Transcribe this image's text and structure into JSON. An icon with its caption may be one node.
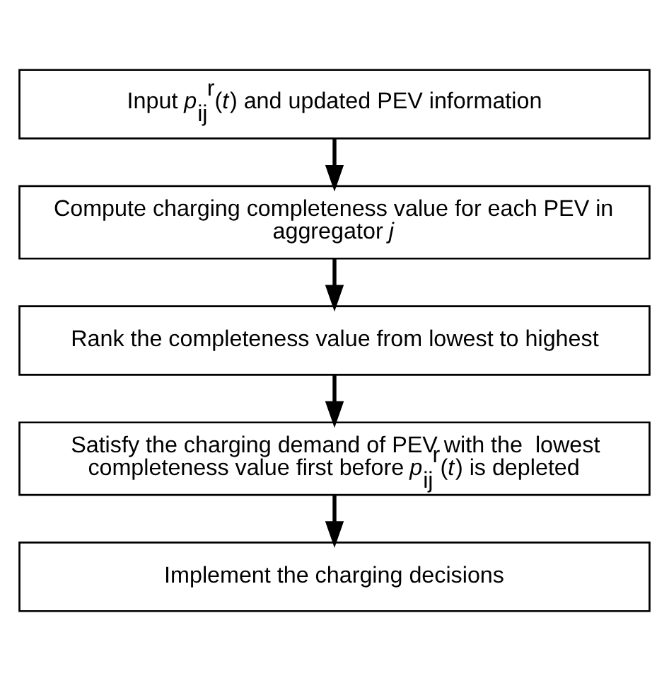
{
  "diagram": {
    "nodes": [
      {
        "text": [
          "Input *p*$_{ij}$$^{r}$(*t*) and updated PEV information"
        ]
      },
      {
        "text": [
          "Compute charging completeness value for each PEV in aggregator *j*"
        ]
      },
      {
        "text": [
          "Rank the completeness value from lowest to highest"
        ]
      },
      {
        "text": [
          "Satisfy the charging demand of PEV with the  lowest completeness value first before *p*$_{ij}$$^{r}$(*t*) is depleted"
        ]
      },
      {
        "text": [
          "Implement the charging decisions"
        ]
      }
    ],
    "edges": [
      {
        "from": 0,
        "to": 1,
        "arrow": "to"
      },
      {
        "from": 1,
        "to": 2,
        "arrow": "to"
      },
      {
        "from": 2,
        "to": 3,
        "arrow": "to"
      },
      {
        "from": 3,
        "to": 4,
        "arrow": "to"
      }
    ]
  }
}
